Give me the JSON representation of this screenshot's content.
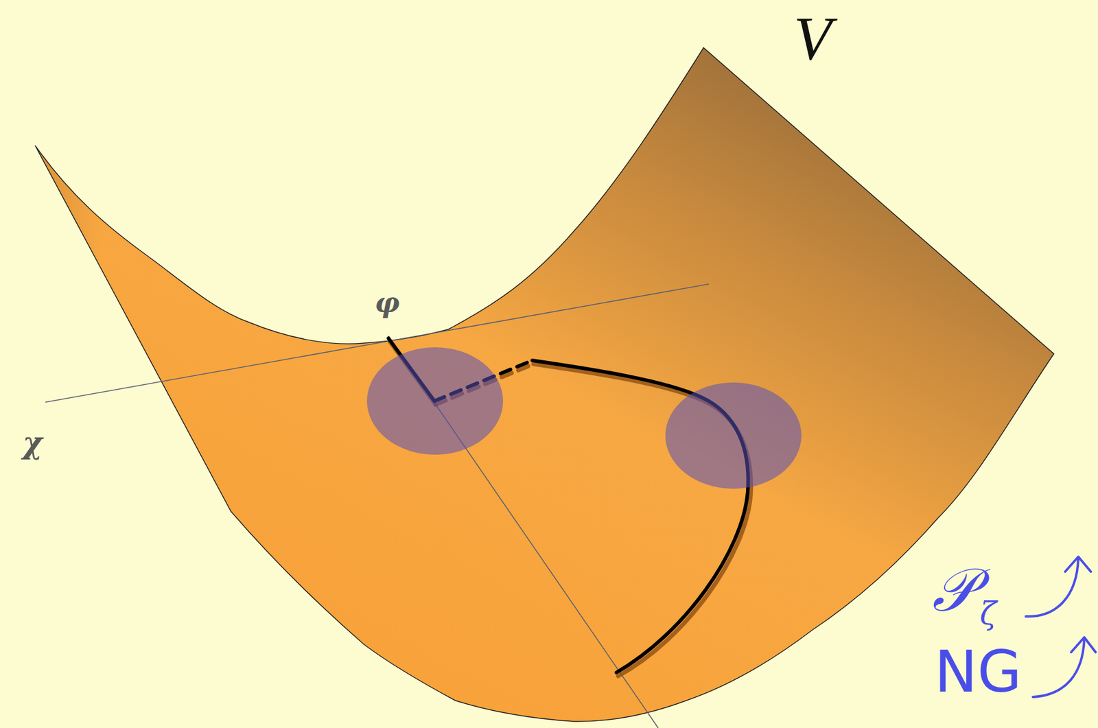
{
  "diagram": {
    "labels": [
      "V",
      "φ",
      "χ",
      "𝒫",
      "ζ",
      "NG"
    ]
  }
}
